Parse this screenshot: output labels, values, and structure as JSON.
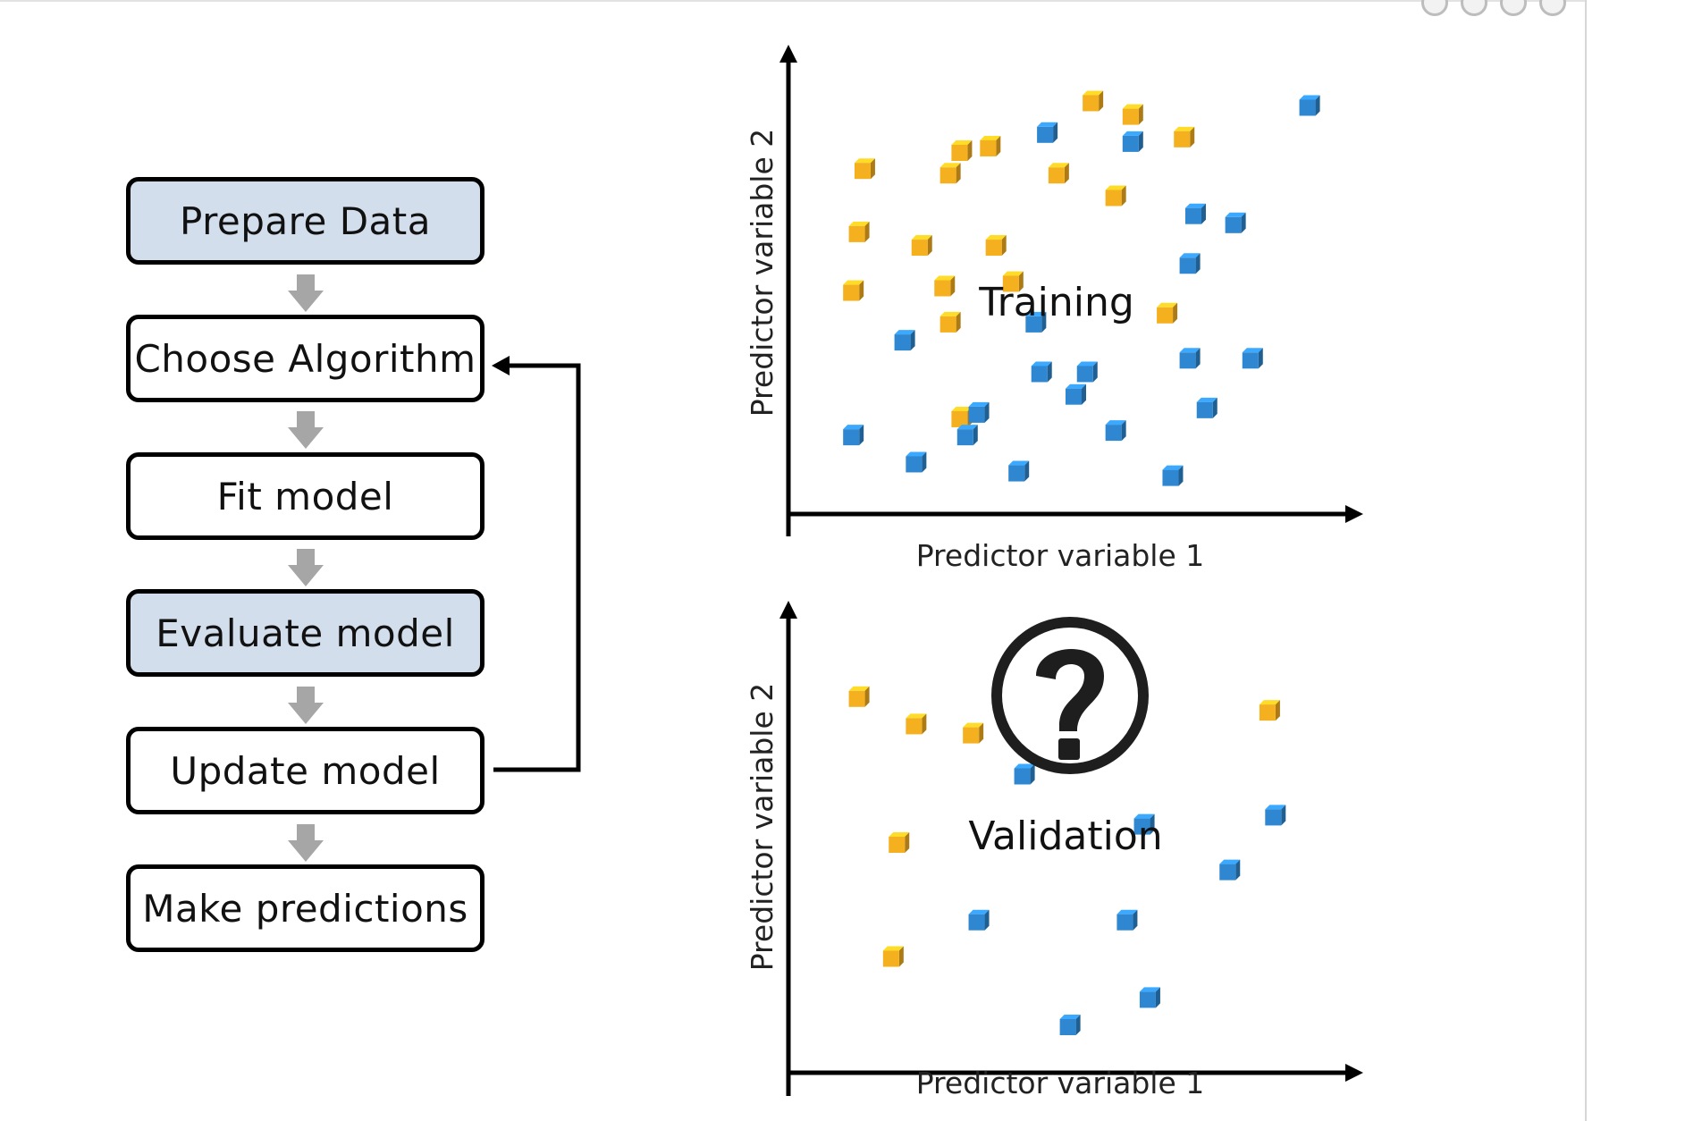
{
  "flowchart": {
    "steps": [
      {
        "label": "Prepare Data",
        "highlight": true
      },
      {
        "label": "Choose Algorithm",
        "highlight": false
      },
      {
        "label": "Fit model",
        "highlight": false
      },
      {
        "label": "Evaluate model",
        "highlight": true
      },
      {
        "label": "Update model",
        "highlight": false
      },
      {
        "label": "Make predictions",
        "highlight": false
      }
    ],
    "loop": {
      "from": "Update model",
      "to": "Choose Algorithm"
    },
    "colors": {
      "highlight_fill": "#d3deed",
      "arrow_gray": "#a6a6a6",
      "border": "#000000"
    }
  },
  "training_plot": {
    "title": "Training",
    "xlabel": "Predictor variable 1",
    "ylabel": "Predictor variable 2"
  },
  "validation_plot": {
    "title": "Validation",
    "xlabel": "Predictor variable 1",
    "ylabel": "Predictor variable 2",
    "icon": "question-mark-icon"
  },
  "chart_data": [
    {
      "type": "scatter",
      "title": "Training",
      "xlabel": "Predictor variable 1",
      "ylabel": "Predictor variable 2",
      "xlim": [
        0,
        100
      ],
      "ylim": [
        0,
        100
      ],
      "grid": false,
      "series": [
        {
          "color": "#f5b020",
          "points": [
            [
              53,
              91
            ],
            [
              60,
              88
            ],
            [
              30,
              80
            ],
            [
              35,
              81
            ],
            [
              69,
              83
            ],
            [
              28,
              75
            ],
            [
              47,
              75
            ],
            [
              12,
              62
            ],
            [
              57,
              70
            ],
            [
              23,
              59
            ],
            [
              36,
              59
            ],
            [
              11,
              49
            ],
            [
              39,
              51
            ],
            [
              27,
              50
            ],
            [
              28,
              42
            ],
            [
              66,
              44
            ],
            [
              30,
              21
            ],
            [
              13,
              76
            ]
          ]
        },
        {
          "color": "#2e87d0",
          "points": [
            [
              45,
              84
            ],
            [
              60,
              82
            ],
            [
              91,
              90
            ],
            [
              71,
              66
            ],
            [
              78,
              64
            ],
            [
              70,
              55
            ],
            [
              43,
              42
            ],
            [
              20,
              38
            ],
            [
              44,
              31
            ],
            [
              52,
              31
            ],
            [
              70,
              34
            ],
            [
              81,
              34
            ],
            [
              50,
              26
            ],
            [
              33,
              22
            ],
            [
              11,
              17
            ],
            [
              57,
              18
            ],
            [
              73,
              23
            ],
            [
              31,
              17
            ],
            [
              22,
              11
            ],
            [
              40,
              9
            ],
            [
              67,
              8
            ]
          ]
        }
      ]
    },
    {
      "type": "scatter",
      "title": "Validation",
      "xlabel": "Predictor variable 1",
      "ylabel": "Predictor variable 2",
      "xlim": [
        0,
        100
      ],
      "ylim": [
        0,
        100
      ],
      "grid": false,
      "series": [
        {
          "color": "#f5b020",
          "points": [
            [
              12,
              82
            ],
            [
              22,
              76
            ],
            [
              32,
              74
            ],
            [
              84,
              79
            ],
            [
              19,
              50
            ],
            [
              18,
              25
            ]
          ]
        },
        {
          "color": "#2e87d0",
          "points": [
            [
              41,
              65
            ],
            [
              62,
              54
            ],
            [
              85,
              56
            ],
            [
              77,
              44
            ],
            [
              33,
              33
            ],
            [
              59,
              33
            ],
            [
              63,
              16
            ],
            [
              49,
              10
            ]
          ]
        }
      ]
    }
  ]
}
